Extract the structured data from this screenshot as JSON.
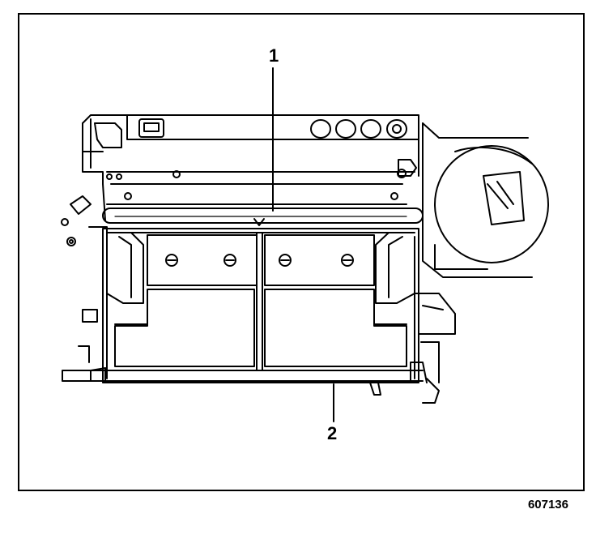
{
  "diagram": {
    "callouts": [
      {
        "label": "1",
        "target": "heater-core-cover"
      },
      {
        "label": "2",
        "target": "lower-housing-case"
      }
    ],
    "figure_id": "607136"
  }
}
